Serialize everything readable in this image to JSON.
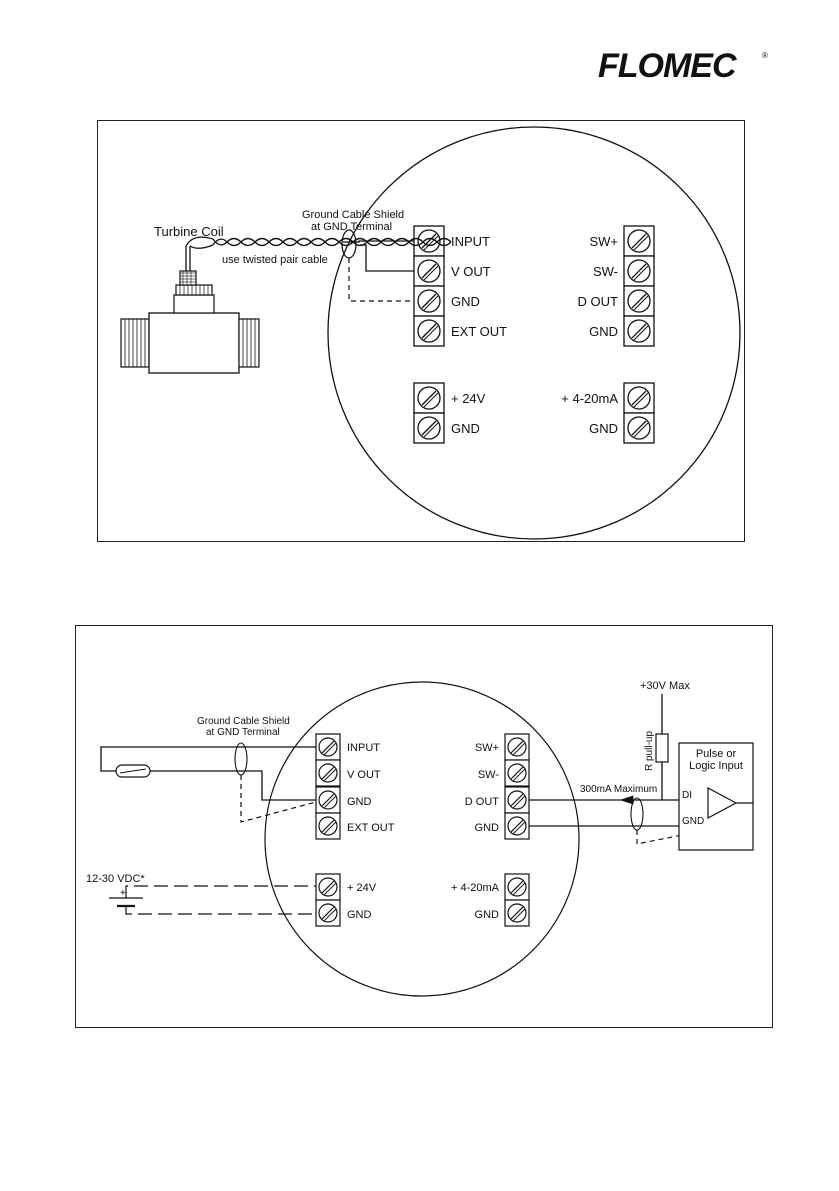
{
  "brand": {
    "logo_text": "FLOMEC",
    "trademark": "®"
  },
  "diagram1": {
    "coil_label": "Turbine Coil",
    "cable_label": "use twisted pair cable",
    "shield_label_line1": "Ground Cable Shield",
    "shield_label_line2": "at GND Terminal",
    "left_terminals": [
      "INPUT",
      "V OUT",
      "GND",
      "EXT OUT"
    ],
    "right_terminals": [
      "SW+",
      "SW-",
      "D OUT",
      "GND"
    ],
    "power_left": [
      "+ 24V",
      "GND"
    ],
    "power_right": [
      "+ 4-20mA",
      "GND"
    ]
  },
  "diagram2": {
    "shield_label_line1": "Ground Cable Shield",
    "shield_label_line2": "at GND Terminal",
    "left_terminals": [
      "INPUT",
      "V OUT",
      "GND",
      "EXT OUT"
    ],
    "right_terminals": [
      "SW+",
      "SW-",
      "D OUT",
      "GND"
    ],
    "power_left": [
      "+ 24V",
      "GND"
    ],
    "power_right": [
      "+ 4-20mA",
      "GND"
    ],
    "supply_label": "12-30 VDC*",
    "supply_plus": "+",
    "max_voltage": "+30V Max",
    "resistor_label": "R pull-up",
    "current_label": "300mA Maximum",
    "input_box_line1": "Pulse or",
    "input_box_line2": "Logic Input",
    "di_label": "DI",
    "gnd_label": "GND"
  }
}
